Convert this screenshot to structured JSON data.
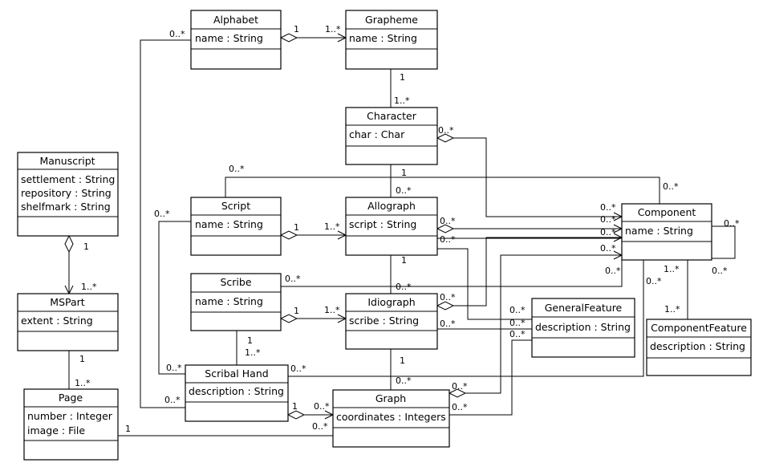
{
  "classes": {
    "alphabet": {
      "name": "Alphabet",
      "attrs": [
        "name : String"
      ]
    },
    "grapheme": {
      "name": "Grapheme",
      "attrs": [
        "name : String"
      ]
    },
    "character": {
      "name": "Character",
      "attrs": [
        "char : Char"
      ]
    },
    "manuscript": {
      "name": "Manuscript",
      "attrs": [
        "settlement : String",
        "repository : String",
        "shelfmark : String"
      ]
    },
    "script": {
      "name": "Script",
      "attrs": [
        "name : String"
      ]
    },
    "allograph": {
      "name": "Allograph",
      "attrs": [
        "script : String"
      ]
    },
    "component": {
      "name": "Component",
      "attrs": [
        "name : String"
      ]
    },
    "scribe": {
      "name": "Scribe",
      "attrs": [
        "name : String"
      ]
    },
    "idiograph": {
      "name": "Idiograph",
      "attrs": [
        "scribe : String"
      ]
    },
    "generalfeature": {
      "name": "GeneralFeature",
      "attrs": [
        "description : String"
      ]
    },
    "componentfeature": {
      "name": "ComponentFeature",
      "attrs": [
        "description : String"
      ]
    },
    "mspart": {
      "name": "MSPart",
      "attrs": [
        "extent : String"
      ]
    },
    "scribalhand": {
      "name": "Scribal Hand",
      "attrs": [
        "description : String"
      ]
    },
    "page": {
      "name": "Page",
      "attrs": [
        "number : Integer",
        "image : File"
      ]
    },
    "graph": {
      "name": "Graph",
      "attrs": [
        "coordinates : Integers"
      ]
    }
  },
  "multiplicities": {
    "one": "1",
    "zero_many": "0..*",
    "one_many": "1..*"
  }
}
